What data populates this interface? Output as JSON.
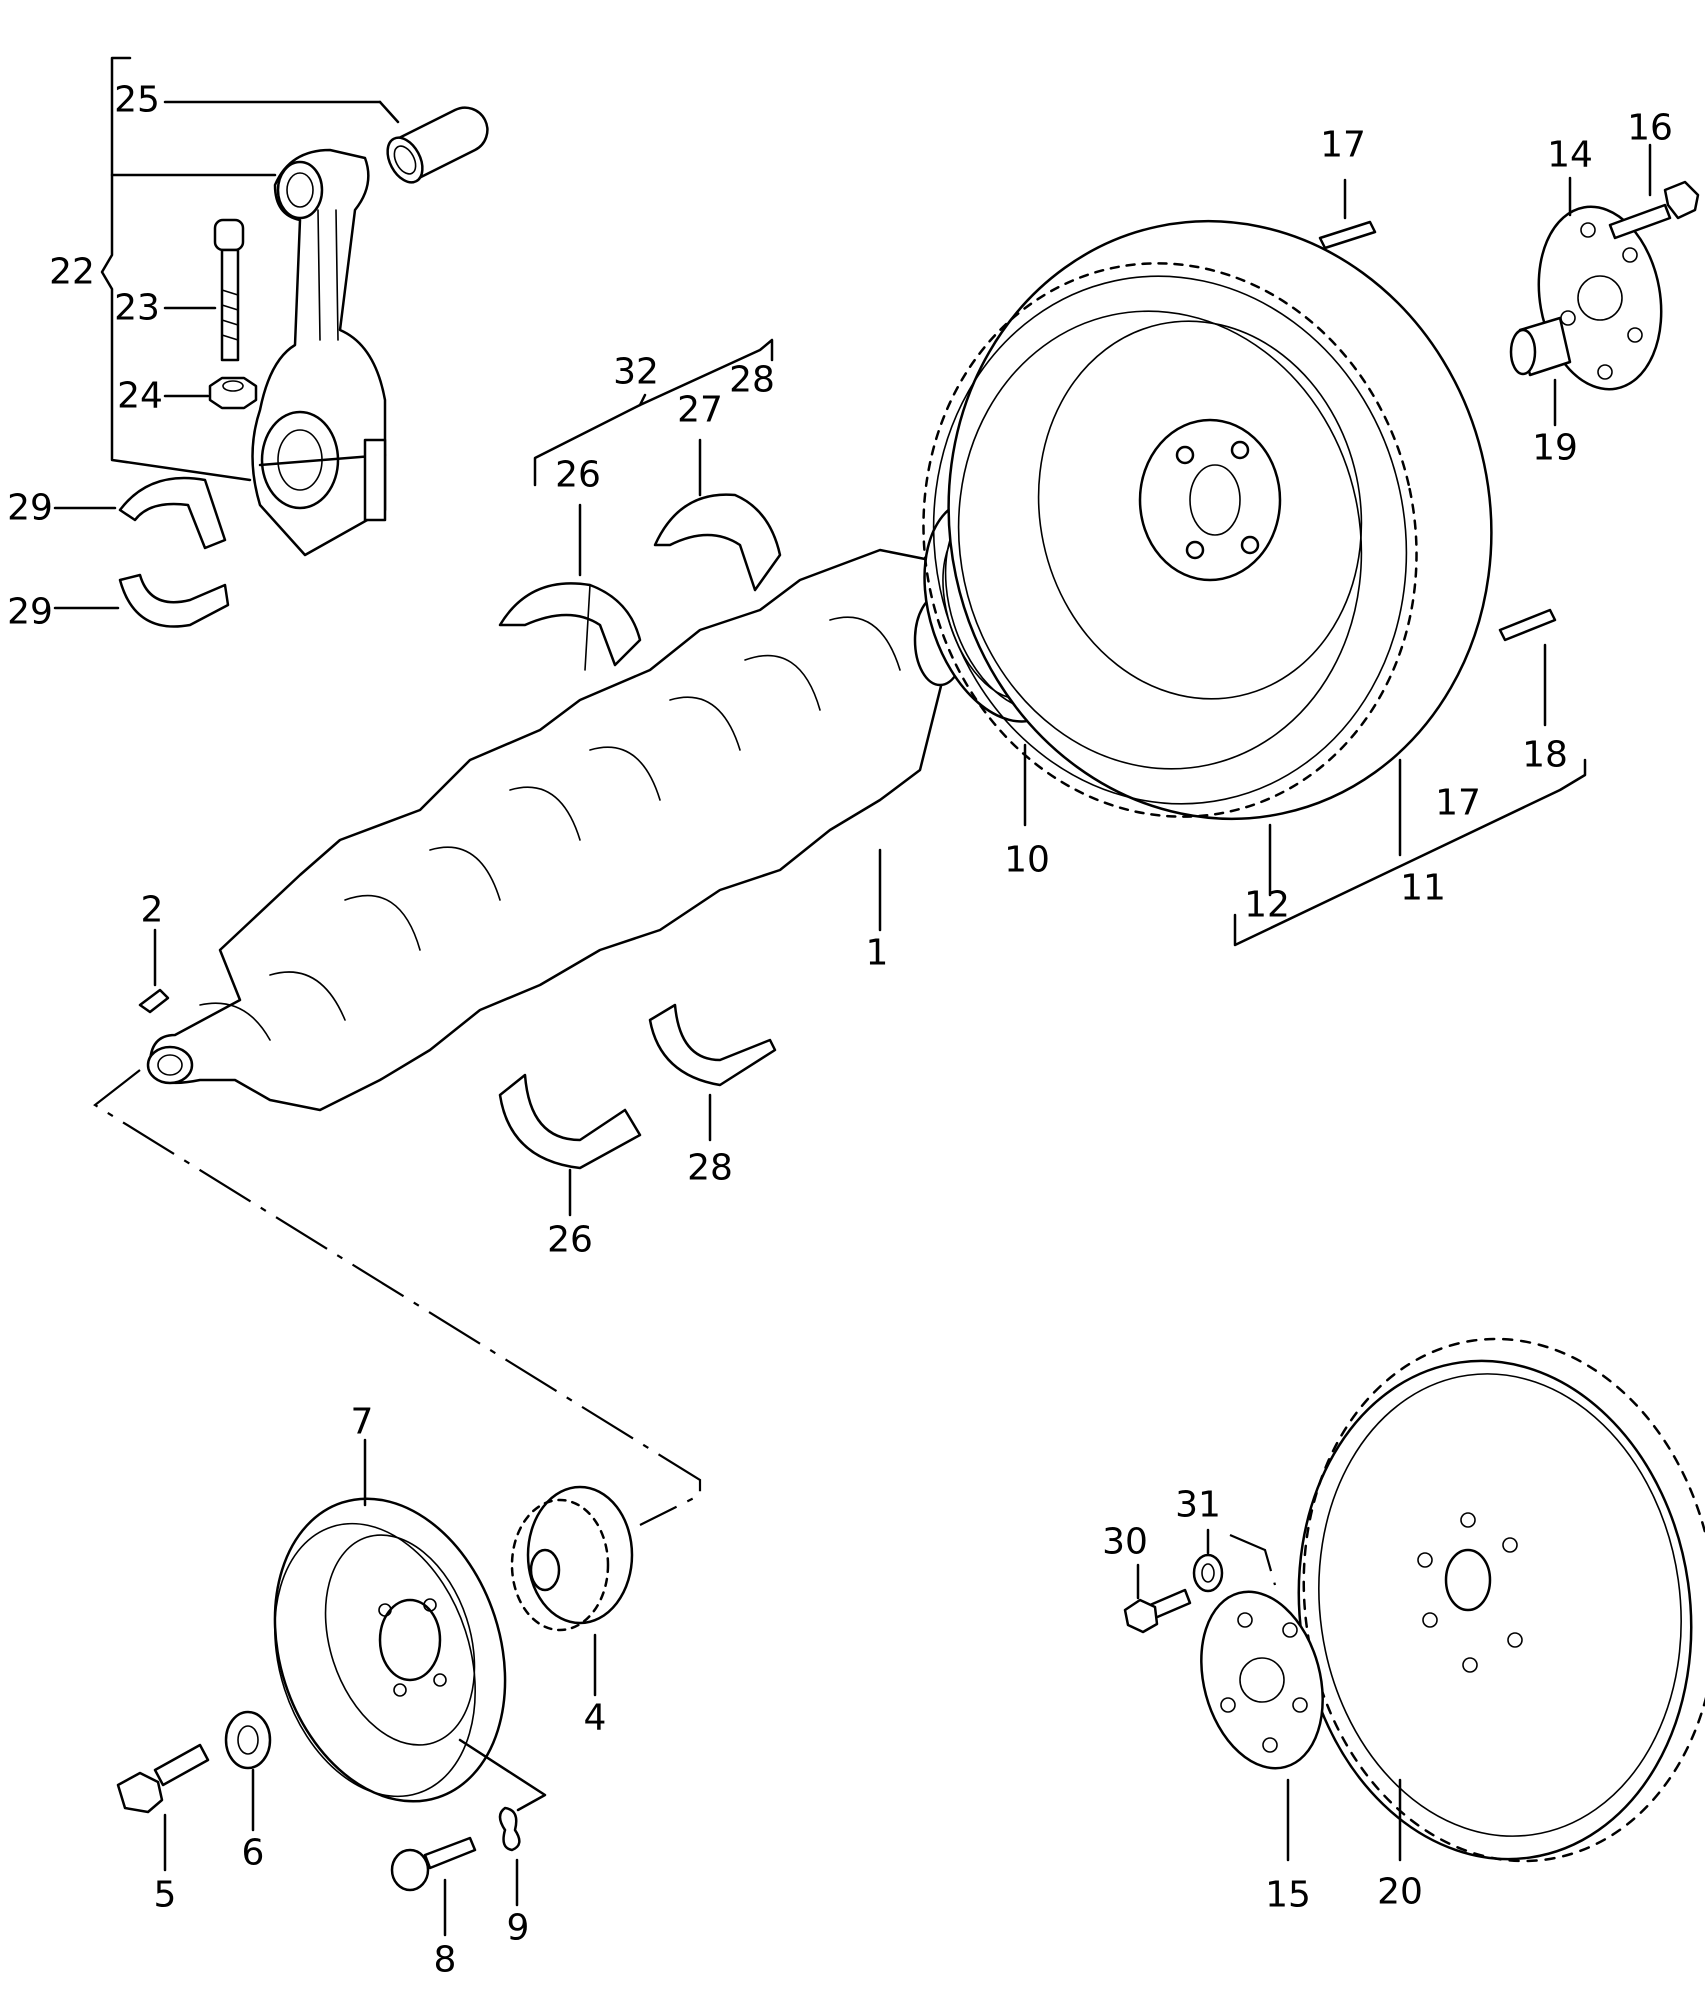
{
  "callouts": [
    {
      "id": "c25",
      "label": "25"
    },
    {
      "id": "c22",
      "label": "22"
    },
    {
      "id": "c23",
      "label": "23"
    },
    {
      "id": "c24",
      "label": "24"
    },
    {
      "id": "c29a",
      "label": "29"
    },
    {
      "id": "c29b",
      "label": "29"
    },
    {
      "id": "c32",
      "label": "32"
    },
    {
      "id": "c28a",
      "label": "28"
    },
    {
      "id": "c27",
      "label": "27"
    },
    {
      "id": "c26a",
      "label": "26"
    },
    {
      "id": "c17a",
      "label": "17"
    },
    {
      "id": "c14",
      "label": "14"
    },
    {
      "id": "c16",
      "label": "16"
    },
    {
      "id": "c19",
      "label": "19"
    },
    {
      "id": "c18",
      "label": "18"
    },
    {
      "id": "c17b",
      "label": "17"
    },
    {
      "id": "c10",
      "label": "10"
    },
    {
      "id": "c12",
      "label": "12"
    },
    {
      "id": "c11",
      "label": "11"
    },
    {
      "id": "c1",
      "label": "1"
    },
    {
      "id": "c2",
      "label": "2"
    },
    {
      "id": "c28b",
      "label": "28"
    },
    {
      "id": "c26b",
      "label": "26"
    },
    {
      "id": "c7",
      "label": "7"
    },
    {
      "id": "c4",
      "label": "4"
    },
    {
      "id": "c5",
      "label": "5"
    },
    {
      "id": "c6",
      "label": "6"
    },
    {
      "id": "c8",
      "label": "8"
    },
    {
      "id": "c9",
      "label": "9"
    },
    {
      "id": "c30",
      "label": "30"
    },
    {
      "id": "c31",
      "label": "31"
    },
    {
      "id": "c15",
      "label": "15"
    },
    {
      "id": "c20",
      "label": "20"
    }
  ],
  "parts": [
    {
      "id": "p1",
      "icon": "crankshaft-icon"
    },
    {
      "id": "p2",
      "icon": "woodruff-key-icon"
    },
    {
      "id": "p4",
      "icon": "toothed-belt-sprocket-icon"
    },
    {
      "id": "p5",
      "icon": "hex-bolt-icon"
    },
    {
      "id": "p6",
      "icon": "washer-icon"
    },
    {
      "id": "p7",
      "icon": "pulley-icon"
    },
    {
      "id": "p8",
      "icon": "socket-head-bolt-icon"
    },
    {
      "id": "p9",
      "icon": "ring-icon"
    },
    {
      "id": "p10",
      "icon": "oil-seal-icon"
    },
    {
      "id": "p11",
      "icon": "flywheel-icon"
    },
    {
      "id": "p12",
      "icon": "ring-gear-icon"
    },
    {
      "id": "p14",
      "icon": "plate-icon"
    },
    {
      "id": "p15",
      "icon": "plate-icon"
    },
    {
      "id": "p16",
      "icon": "hex-bolt-icon"
    },
    {
      "id": "p17",
      "icon": "dowel-pin-icon"
    },
    {
      "id": "p18",
      "icon": "dowel-pin-icon"
    },
    {
      "id": "p19",
      "icon": "needle-bearing-icon"
    },
    {
      "id": "p20",
      "icon": "drive-plate-icon"
    },
    {
      "id": "p22",
      "icon": "connecting-rod-icon"
    },
    {
      "id": "p23",
      "icon": "rod-bolt-icon"
    },
    {
      "id": "p24",
      "icon": "nut-icon"
    },
    {
      "id": "p25",
      "icon": "bushing-icon"
    },
    {
      "id": "p26",
      "icon": "bearing-shell-icon"
    },
    {
      "id": "p27",
      "icon": "bearing-shell-icon"
    },
    {
      "id": "p28",
      "icon": "bearing-shell-icon"
    },
    {
      "id": "p29",
      "icon": "bearing-shell-icon"
    },
    {
      "id": "p30",
      "icon": "hex-bolt-icon"
    },
    {
      "id": "p31",
      "icon": "spring-washer-icon"
    }
  ]
}
